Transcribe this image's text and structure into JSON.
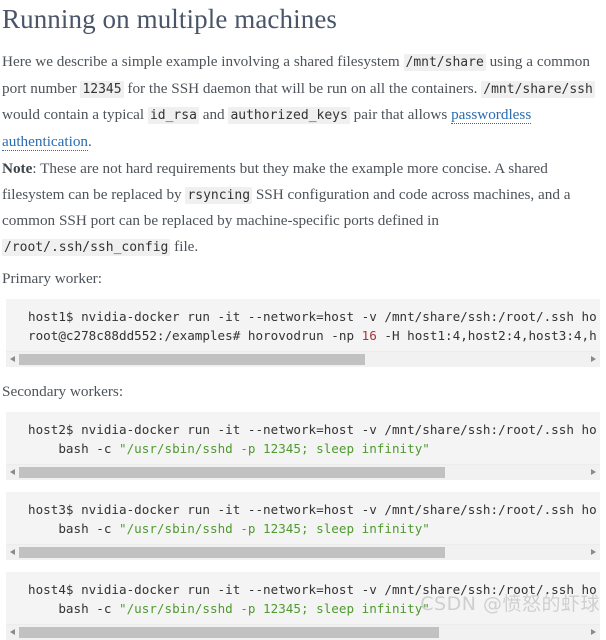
{
  "title": "Running on multiple machines",
  "paragraphs": {
    "intro": {
      "t1": "Here we describe a simple example involving a shared filesystem ",
      "c1": "/mnt/share",
      "t2": " using a common port number ",
      "c2": "12345",
      "t3": " for the SSH daemon that will be run on all the containers. ",
      "c3": "/mnt/share/ssh",
      "t4": " would contain a typical ",
      "c4": "id_rsa",
      "t5": " and ",
      "c5": "authorized_keys",
      "t6": " pair that allows ",
      "link": "passwordless authentication",
      "t7": "."
    },
    "note": {
      "label": "Note",
      "t1": ": These are not hard requirements but they make the example more concise. A shared filesystem can be replaced by ",
      "c1": "rsyncing",
      "t2": " SSH configuration and code across machines, and a common SSH port can be replaced by machine-specific ports defined in ",
      "c2": "/root/.ssh/ssh_config",
      "t3": " file."
    }
  },
  "labels": {
    "primary": "Primary worker:",
    "secondary": "Secondary workers:"
  },
  "code_blocks": [
    {
      "id": "primary-worker-code",
      "scroll_thumb_percent": 61,
      "lines": [
        [
          {
            "text": "host1$ nvidia-docker run -it --network=host -v /mnt/share/ssh:/root/.ssh ho",
            "type": "plain"
          }
        ],
        [
          {
            "text": "root@c278c88dd552:/examples# horovodrun -np ",
            "type": "plain"
          },
          {
            "text": "16",
            "type": "number"
          },
          {
            "text": " -H host1:4,host2:4,host3:4,h",
            "type": "plain"
          }
        ]
      ]
    },
    {
      "id": "secondary-worker-host2-code",
      "scroll_thumb_percent": 75,
      "lines": [
        [
          {
            "text": "host2$ nvidia-docker run -it --network=host -v /mnt/share/ssh:/root/.ssh ho",
            "type": "plain"
          }
        ],
        [
          {
            "text": "    bash -c ",
            "type": "plain"
          },
          {
            "text": "\"/usr/sbin/sshd -p 12345; sleep infinity\"",
            "type": "string"
          }
        ]
      ]
    },
    {
      "id": "secondary-worker-host3-code",
      "scroll_thumb_percent": 75,
      "lines": [
        [
          {
            "text": "host3$ nvidia-docker run -it --network=host -v /mnt/share/ssh:/root/.ssh ho",
            "type": "plain"
          }
        ],
        [
          {
            "text": "    bash -c ",
            "type": "plain"
          },
          {
            "text": "\"/usr/sbin/sshd -p 12345; sleep infinity\"",
            "type": "string"
          }
        ]
      ]
    },
    {
      "id": "secondary-worker-host4-code",
      "scroll_thumb_percent": 74,
      "lines": [
        [
          {
            "text": "host4$ nvidia-docker run -it --network=host -v /mnt/share/ssh:/root/.ssh ho",
            "type": "plain"
          }
        ],
        [
          {
            "text": "    bash -c ",
            "type": "plain"
          },
          {
            "text": "\"/usr/sbin/sshd -p 12345; sleep infinity\"",
            "type": "string"
          }
        ]
      ]
    }
  ],
  "watermark": "CSDN @愤怒的虾球",
  "colors": {
    "title": "#4a5568",
    "body_text": "#4d5359",
    "link": "#2b6cb0",
    "code_bg": "#f4f4f4",
    "inline_code_bg": "#f0f0f0",
    "number_token": "#a4343a",
    "string_token": "#4f9a2e",
    "scrollbar_thumb": "#c1c1c1"
  }
}
